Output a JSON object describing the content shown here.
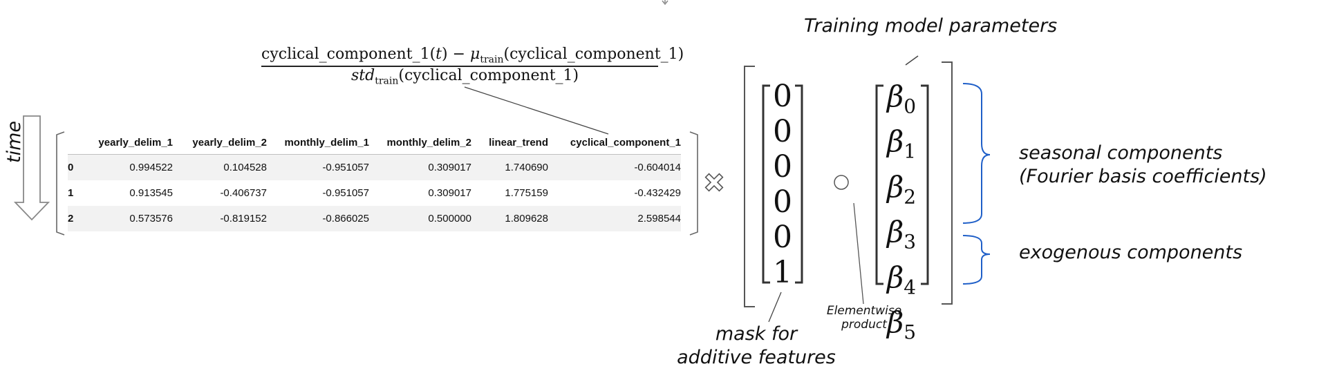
{
  "formula": {
    "numerator_pre": "cyclical_component_1(",
    "numerator_t": "t",
    "numerator_mid": ") − ",
    "numerator_mu": "μ",
    "numerator_sub": "train",
    "numerator_post": "(cyclical_component_1)",
    "denominator_std": "std",
    "denominator_sub": "train",
    "denominator_post": "(cyclical_component_1)"
  },
  "time_label": "time",
  "table": {
    "columns": [
      "",
      "yearly_delim_1",
      "yearly_delim_2",
      "monthly_delim_1",
      "monthly_delim_2",
      "linear_trend",
      "cyclical_component_1"
    ],
    "rows": [
      [
        "0",
        "0.994522",
        "0.104528",
        "-0.951057",
        "0.309017",
        "1.740690",
        "-0.604014"
      ],
      [
        "1",
        "0.913545",
        "-0.406737",
        "-0.951057",
        "0.309017",
        "1.775159",
        "-0.432429"
      ],
      [
        "2",
        "0.573576",
        "-0.819152",
        "-0.866025",
        "0.500000",
        "1.809628",
        "2.598544"
      ]
    ]
  },
  "multiply_symbol": "✕",
  "elementwise_symbol": "∘",
  "mask_values": [
    "0",
    "0",
    "0",
    "0",
    "0",
    "1"
  ],
  "betas": [
    {
      "symbol": "β",
      "sub": "0"
    },
    {
      "symbol": "β",
      "sub": "1"
    },
    {
      "symbol": "β",
      "sub": "2"
    },
    {
      "symbol": "β",
      "sub": "3"
    },
    {
      "symbol": "β",
      "sub": "4"
    },
    {
      "symbol": "β",
      "sub": "5"
    }
  ],
  "labels": {
    "training_params": "Training model parameters",
    "seasonal_line1": "seasonal components",
    "seasonal_line2": "(Fourier basis coefficients)",
    "exogenous": "exogenous components",
    "mask_line1": "mask for",
    "mask_line2": "additive features",
    "elementwise_line1": "Elementwise",
    "elementwise_line2": "product"
  },
  "colors": {
    "brace_blue": "#1f5fc8",
    "line_gray": "#555555"
  }
}
